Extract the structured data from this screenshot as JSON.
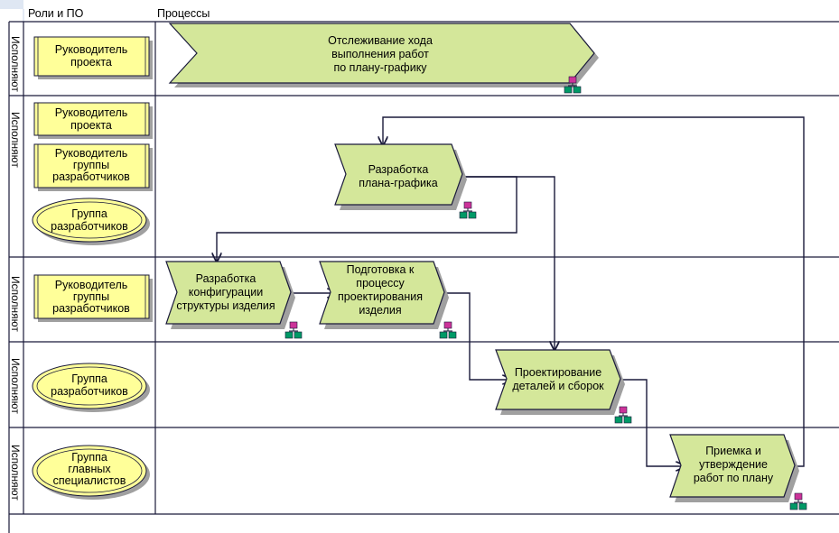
{
  "header": {
    "roles_title": "Роли и ПО",
    "processes_title": "Процессы"
  },
  "lanes": [
    {
      "label": "Исполняют",
      "roles": [
        {
          "shape": "rect",
          "lines": [
            "Руководитель",
            "проекта"
          ]
        }
      ]
    },
    {
      "label": "Исполняют",
      "roles": [
        {
          "shape": "rect",
          "lines": [
            "Руководитель",
            "проекта"
          ]
        },
        {
          "shape": "rect",
          "lines": [
            "Руководитель",
            "группы",
            "разработчиков"
          ]
        },
        {
          "shape": "ellipse",
          "lines": [
            "Группа",
            "разработчиков"
          ]
        }
      ]
    },
    {
      "label": "Исполняют",
      "roles": [
        {
          "shape": "rect",
          "lines": [
            "Руководитель",
            "группы",
            "разработчиков"
          ]
        }
      ]
    },
    {
      "label": "Исполняют",
      "roles": [
        {
          "shape": "ellipse",
          "lines": [
            "Группа",
            "разработчиков"
          ]
        }
      ]
    },
    {
      "label": "Исполняют",
      "roles": [
        {
          "shape": "ellipse",
          "lines": [
            "Группа",
            "главных",
            "специалистов"
          ]
        }
      ]
    }
  ],
  "processes": [
    {
      "id": "tracking",
      "lines": [
        "Отслеживание хода",
        "выполнения работ",
        "по плану-графику"
      ]
    },
    {
      "id": "schedule",
      "lines": [
        "Разработка",
        "плана-графика"
      ]
    },
    {
      "id": "config",
      "lines": [
        "Разработка",
        "конфигурации",
        "структуры изделия"
      ]
    },
    {
      "id": "prep",
      "lines": [
        "Подготовка к",
        "процессу",
        "проектирования",
        "изделия"
      ]
    },
    {
      "id": "design",
      "lines": [
        "Проектирование",
        "деталей и сборок"
      ]
    },
    {
      "id": "accept",
      "lines": [
        "Приемка и",
        "утверждение",
        "работ по плану"
      ]
    }
  ],
  "colors": {
    "process_fill": "#d4e79a",
    "role_fill": "#ffff99",
    "shadow": "#a0a0a0",
    "connector_top": "#cc3399",
    "connector_bottom": "#009966",
    "lines": "#1a1a3a"
  },
  "icons": {
    "process_connector": "org-structure-icon"
  }
}
